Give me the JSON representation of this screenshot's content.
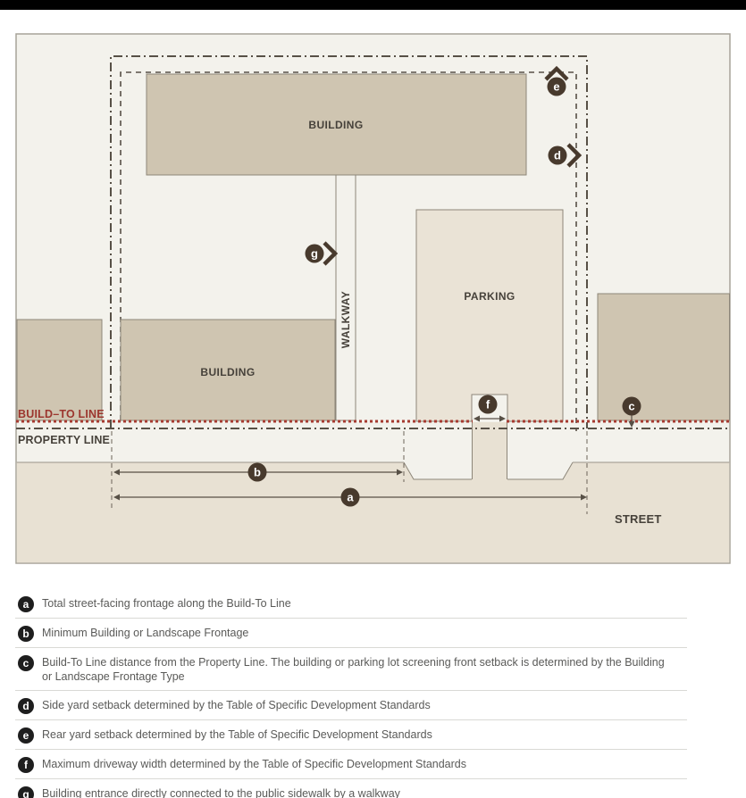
{
  "diagram": {
    "labels": {
      "building_top": "BUILDING",
      "building_lower": "BUILDING",
      "parking": "PARKING",
      "walkway": "WALKWAY",
      "build_to_line": "BUILD–TO LINE",
      "property_line": "PROPERTY LINE",
      "street": "STREET"
    },
    "callouts": {
      "a": "a",
      "b": "b",
      "c": "c",
      "d": "d",
      "e": "e",
      "f": "f",
      "g": "g"
    },
    "colors": {
      "background": "#f3f2ec",
      "building_fill": "#cfc5b1",
      "parking_fill": "#eae3d6",
      "street_fill": "#e8e1d3",
      "line": "#575046",
      "build_to_line_red": "#a63a30",
      "callout_circle": "#483a2d",
      "label_text": "#46413a"
    }
  },
  "legend": {
    "items": [
      {
        "letter": "a",
        "text": "Total street-facing frontage along the Build-To Line"
      },
      {
        "letter": "b",
        "text": "Minimum Building or Landscape Frontage"
      },
      {
        "letter": "c",
        "text": "Build-To Line distance from the Property Line. The building or parking lot screening front setback is determined by the Building or Landscape Frontage Type"
      },
      {
        "letter": "d",
        "text": "Side yard setback determined by the Table of Specific Development Standards"
      },
      {
        "letter": "e",
        "text": "Rear yard setback determined by the Table of Specific Development Standards"
      },
      {
        "letter": "f",
        "text": "Maximum driveway width determined by the Table of Specific Development Standards"
      },
      {
        "letter": "g",
        "text": "Building entrance directly connected to the public sidewalk by a walkway"
      }
    ]
  }
}
